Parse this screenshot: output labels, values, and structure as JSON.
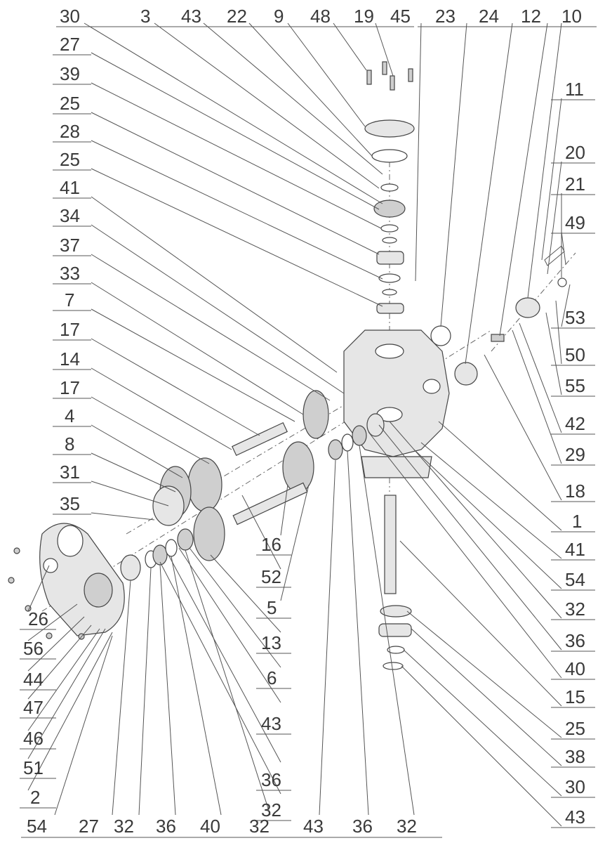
{
  "labels": {
    "top": [
      "30",
      "3",
      "43",
      "22",
      "9",
      "48",
      "19",
      "45",
      "23",
      "24",
      "12",
      "10"
    ],
    "left": [
      "27",
      "39",
      "25",
      "28",
      "25",
      "41",
      "34",
      "37",
      "33",
      "7",
      "17",
      "14",
      "17",
      "4",
      "8",
      "31",
      "35"
    ],
    "right": [
      "11",
      "20",
      "21",
      "49",
      "53",
      "50",
      "55",
      "42",
      "29",
      "18",
      "1",
      "41",
      "54",
      "32",
      "36",
      "40",
      "15",
      "25",
      "38",
      "30",
      "43"
    ],
    "center": [
      "16",
      "52",
      "5",
      "13",
      "6",
      "43",
      "36",
      "32"
    ],
    "lower_left": [
      "26",
      "56",
      "44",
      "47",
      "46",
      "51",
      "2"
    ],
    "bottom": [
      "54",
      "27",
      "32",
      "36",
      "40",
      "32",
      "43",
      "36",
      "32"
    ]
  }
}
